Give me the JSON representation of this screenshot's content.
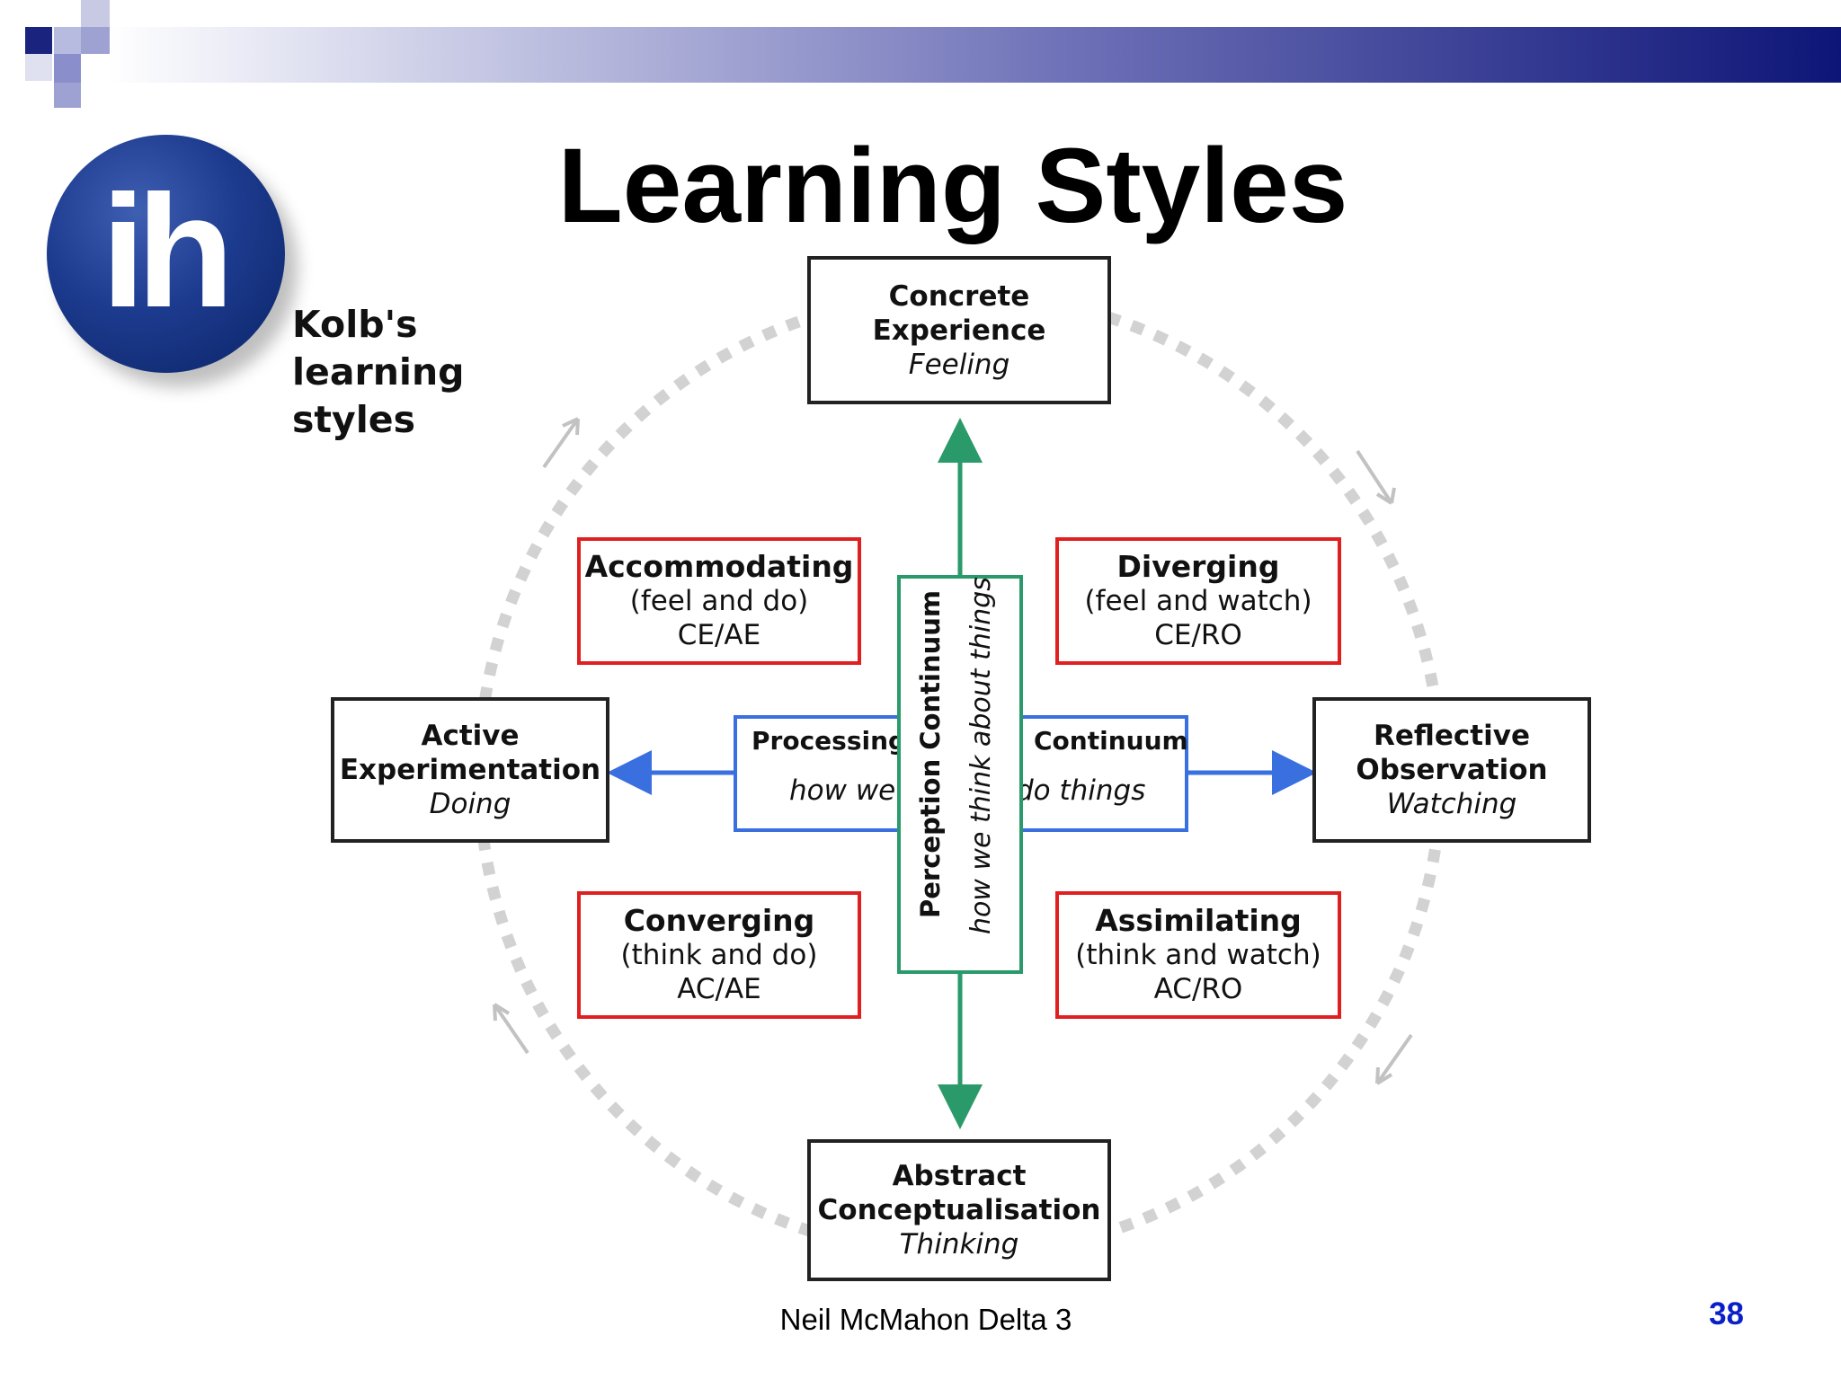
{
  "slide": {
    "title": "Learning Styles",
    "subtitle_lines": [
      "Kolb's",
      "learning",
      "styles"
    ],
    "logo_text": "ih",
    "footer": "Neil McMahon Delta 3",
    "page_number": "38"
  },
  "colors": {
    "mode_border": "#222222",
    "style_border": "#e02020",
    "processing_border": "#3a6fe0",
    "perception_border": "#2a9a6a",
    "cycle_dashes": "#d2d2d2",
    "page_number": "#0a1fc8"
  },
  "modes": {
    "concrete": {
      "line1": "Concrete",
      "line2": "Experience",
      "sub": "Feeling"
    },
    "abstract": {
      "line1": "Abstract",
      "line2": "Conceptualisation",
      "sub": "Thinking"
    },
    "active": {
      "line1": "Active",
      "line2": "Experimentation",
      "sub": "Doing"
    },
    "reflective": {
      "line1": "Reflective",
      "line2": "Observation",
      "sub": "Watching"
    }
  },
  "styles": {
    "accommodating": {
      "name": "Accommodating",
      "desc": "(feel and do)",
      "code": "CE/AE"
    },
    "diverging": {
      "name": "Diverging",
      "desc": "(feel and watch)",
      "code": "CE/RO"
    },
    "converging": {
      "name": "Converging",
      "desc": "(think and do)",
      "code": "AC/AE"
    },
    "assimilating": {
      "name": "Assimilating",
      "desc": "(think and watch)",
      "code": "AC/RO"
    }
  },
  "processing": {
    "label_left": "Processing",
    "label_right": "Continuum",
    "sub_left": "how we",
    "sub_right": "do things"
  },
  "perception": {
    "label": "Perception Continuum",
    "sub": "how we think about things"
  }
}
